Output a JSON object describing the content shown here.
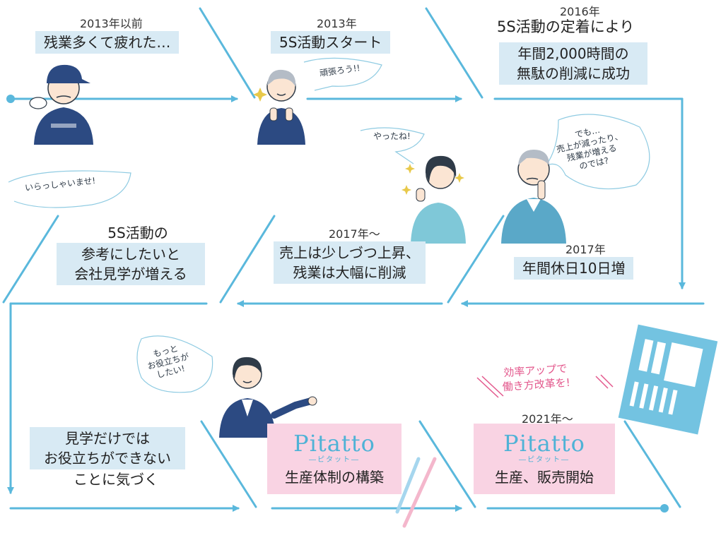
{
  "steps": [
    {
      "year": "2013年以前",
      "text": "残業多くて疲れた…"
    },
    {
      "year": "2013年",
      "text": "5S活動スタート"
    },
    {
      "year": "2016年",
      "title": "5S活動の定着により",
      "lines": [
        "年間2,000時間の",
        "無駄の削減に成功"
      ]
    },
    {
      "year": "2017年",
      "text": "年間休日10日増"
    },
    {
      "year": "2017年～",
      "lines": [
        "売上は少しづつ上昇、",
        "残業は大幅に削減"
      ]
    },
    {
      "lines": [
        "5S活動の",
        "参考にしたいと",
        "会社見学が増える"
      ]
    },
    {
      "lines": [
        "見学だけでは",
        "お役立ちができない",
        "ことに気づく"
      ]
    },
    {
      "brand": "Pitatto",
      "brand_sub": "―ピタット―",
      "text": "生産体制の構築"
    },
    {
      "year": "2021年～",
      "brand": "Pitatto",
      "brand_sub": "―ピタット―",
      "text": "生産、販売開始"
    }
  ],
  "bubbles": {
    "ganbarou": "頑張ろう!!",
    "yattane": "やったね!",
    "worry": [
      "でも…",
      "売上が減ったり、",
      "残業が増える",
      "のでは?"
    ],
    "irasshai": "いらっしゃいませ!",
    "oyaku": [
      "もっと",
      "お役立ちが",
      "したい!"
    ]
  },
  "slogan": [
    "効率アップで",
    "働き方改革を!"
  ],
  "colors": {
    "line": "#5ab8dc",
    "box": "#d8eaf4",
    "pink": "#f9d3e3",
    "accent": "#e3578c",
    "navy": "#2c4a82"
  }
}
